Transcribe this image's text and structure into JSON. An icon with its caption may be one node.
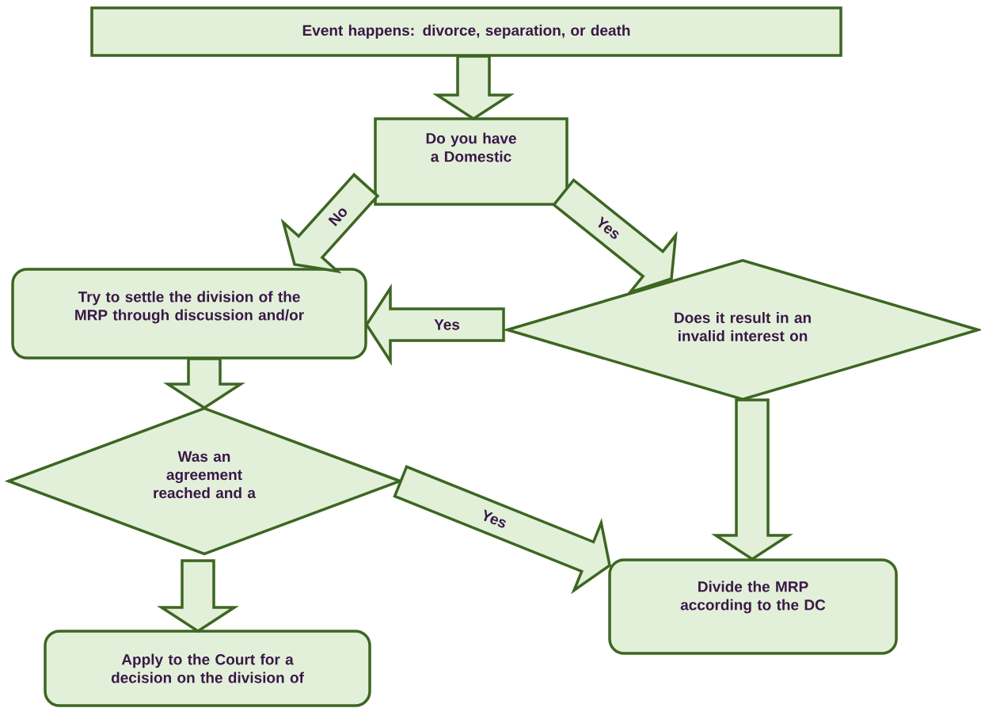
{
  "diagram": {
    "nodes": [
      {
        "text": [
          "Event happens: divorce, separation, or death"
        ]
      },
      {
        "text": [
          "Do you have a Domestic"
        ]
      },
      {
        "text": [
          "Try to settle the division of the MRP through discussion and/or"
        ]
      },
      {
        "text": [
          "Does it result in an invalid interest on"
        ]
      },
      {
        "text": [
          "Was an agreement reached and a"
        ]
      },
      {
        "text": [
          "Divide the MRP according to the DC"
        ]
      },
      {
        "text": [
          "Apply to the Court for a decision on the division of"
        ]
      }
    ],
    "edges": [
      {
        "from": 0,
        "to": 1,
        "arrow": "to"
      },
      {
        "from": 1,
        "to": 2,
        "arrow": "to",
        "label": "No"
      },
      {
        "from": 1,
        "to": 3,
        "arrow": "to",
        "label": "Yes"
      },
      {
        "from": 3,
        "to": 2,
        "arrow": "to",
        "label": "Yes"
      },
      {
        "from": 2,
        "to": 4,
        "arrow": "to"
      },
      {
        "from": 4,
        "to": 5,
        "arrow": "to",
        "label": "Yes"
      },
      {
        "from": 3,
        "to": 5,
        "arrow": "to"
      },
      {
        "from": 4,
        "to": 6,
        "arrow": "to"
      }
    ]
  }
}
